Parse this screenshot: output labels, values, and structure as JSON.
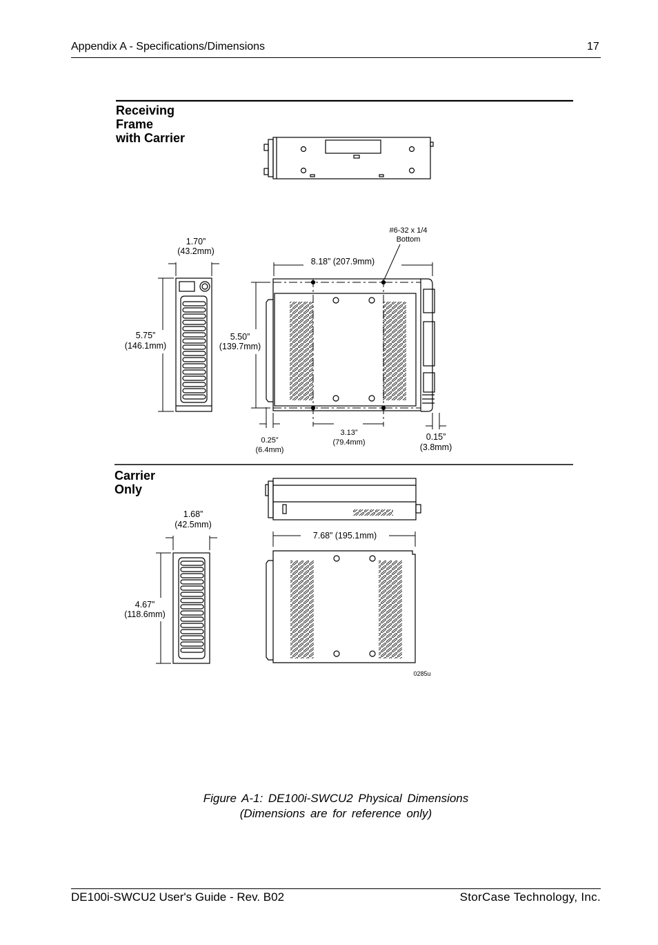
{
  "header": {
    "section": "Appendix A  -  Specifications/Dimensions",
    "page_number": "17"
  },
  "sections": {
    "receiving": {
      "title_lines": [
        "Receiving",
        "Frame",
        "with Carrier"
      ]
    },
    "carrier": {
      "title_lines": [
        "Carrier",
        "Only"
      ]
    }
  },
  "dimensions": {
    "width_front": [
      "1.70”",
      "(43.2mm)"
    ],
    "height_front": [
      "5.75”",
      "(146.1mm)"
    ],
    "height_top": [
      "5.50”",
      "(139.7mm)"
    ],
    "length_top": "8.18” (207.9mm)",
    "screw_note": [
      "#6-32 x 1/4",
      "Bottom"
    ],
    "offset_left": [
      "0.25”",
      "(6.4mm)"
    ],
    "hole_spacing": [
      "3.13”",
      "(79.4mm)"
    ],
    "offset_right": [
      "0.15”",
      "(3.8mm)"
    ],
    "carrier_width": [
      "1.68”",
      "(42.5mm)"
    ],
    "carrier_length": "7.68” (195.1mm)",
    "carrier_height": [
      "4.67”",
      "(118.6mm)"
    ],
    "drawing_code": "0285u"
  },
  "caption": {
    "line1": "Figure  A-1:    DE100i-SWCU2  Physical  Dimensions",
    "line2": "(Dimensions  are  for  reference  only)"
  },
  "footer": {
    "left": "DE100i-SWCU2 User's Guide - Rev. B02",
    "right": "StorCase Technology, Inc."
  }
}
